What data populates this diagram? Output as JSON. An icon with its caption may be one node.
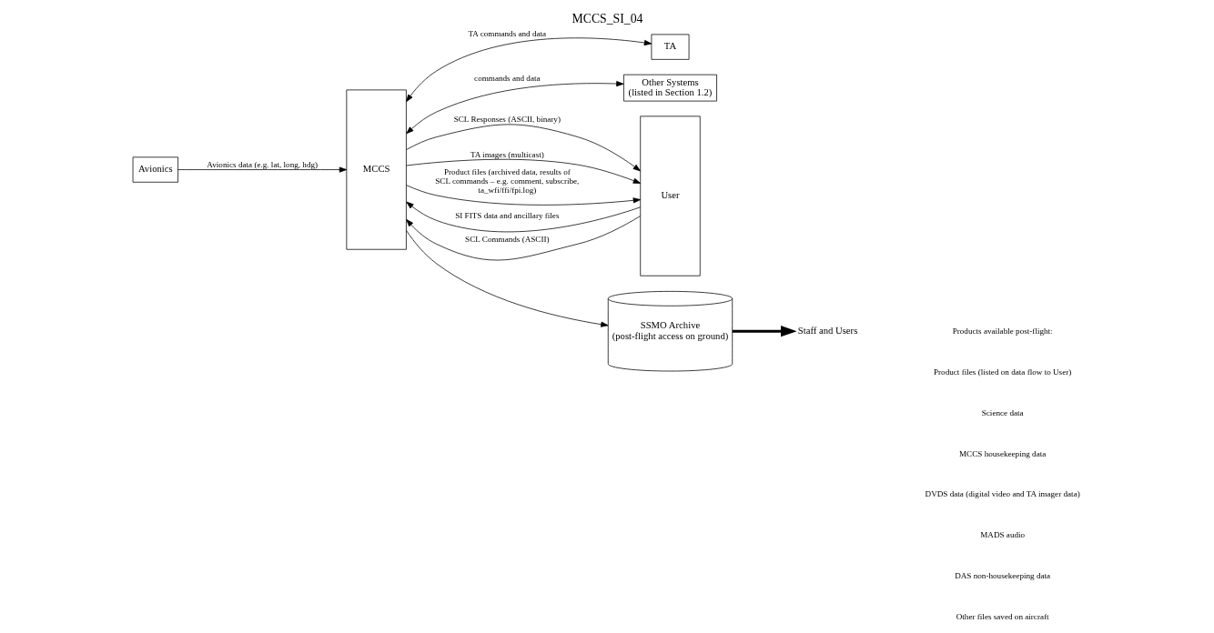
{
  "diagram": {
    "title": "MCCS_SI_04",
    "nodes": [
      {
        "text": [
          "TA"
        ]
      },
      {
        "text": [
          "Avionics"
        ]
      },
      {
        "text": [
          "Other Systems",
          "(listed in Section 1.2)"
        ]
      },
      {
        "text": [
          "MCCS"
        ]
      },
      {
        "text": [
          "User"
        ]
      },
      {
        "text": [
          "SSMO Archive",
          "(post-flight access on ground)"
        ]
      },
      {
        "text": [
          "Staff and Users"
        ]
      }
    ],
    "edges": [
      {
        "from": 3,
        "to": 0,
        "arrow": "both",
        "label": "TA commands and data"
      },
      {
        "from": 1,
        "to": 3,
        "arrow": "to",
        "label": "Avionics data (e.g. lat, long, hdg)"
      },
      {
        "from": 3,
        "to": 2,
        "arrow": "both",
        "label": "commands and data"
      },
      {
        "from": 4,
        "to": 3,
        "arrow": "to",
        "label": "SI FITS data and ancillary files"
      },
      {
        "from": 4,
        "to": 3,
        "arrow": "to",
        "label": "SCL Commands (ASCII)"
      },
      {
        "from": 3,
        "to": 4,
        "arrow": "to",
        "label": "SCL Responses (ASCII, binary)"
      },
      {
        "from": 3,
        "to": 4,
        "arrow": "to",
        "label": "TA images (multicast)"
      },
      {
        "from": 3,
        "to": 4,
        "arrow": "to",
        "label": "Product files (archived data, results of SCL commands – e.g. comment, subscribe, ta_wfi/ffi/fpi.log)"
      },
      {
        "from": 3,
        "to": 5,
        "arrow": "to"
      },
      {
        "from": 5,
        "to": 6,
        "arrow": "to",
        "style": "thick"
      }
    ],
    "labels": [
      "Products available post-flight:",
      "Product files (listed on data flow to User)",
      "Science data",
      "MCCS housekeeping data",
      "DVDS data (digital video and TA imager data)",
      "MADS audio",
      "DAS non-housekeeping data",
      "Other files saved on aircraft"
    ]
  }
}
